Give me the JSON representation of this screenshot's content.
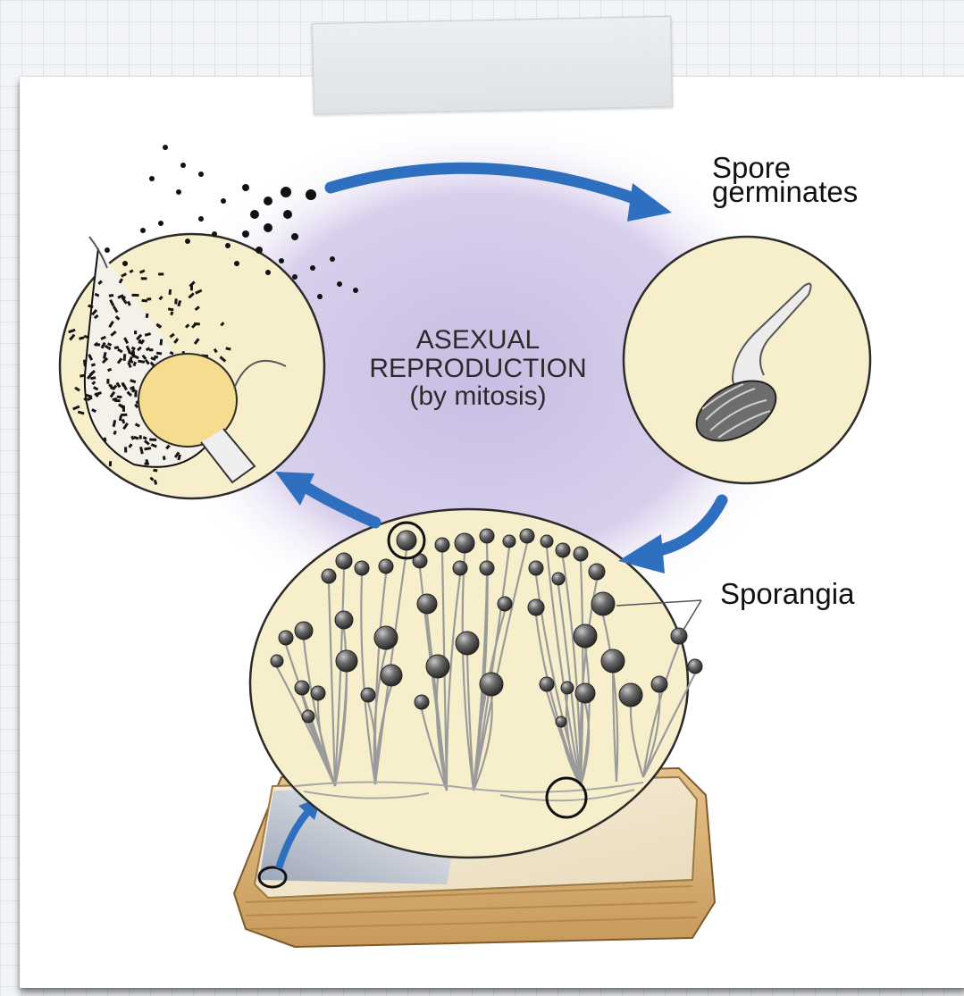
{
  "center_label": {
    "line1": "ASEXUAL",
    "line2": "REPRODUCTION",
    "line3": "(by mitosis)"
  },
  "labels": {
    "spore_line1": "Spore",
    "spore_line2": "germinates",
    "sporangia": "Sporangia"
  },
  "colors": {
    "arrow": "#2f6fbf",
    "cycle_background": "#cfc3e6",
    "circle_fill": "#f7efcc",
    "bread_crust": "#d9b27a",
    "page_background": "#ffffff"
  },
  "icons": [
    "cycle-arrow-icon",
    "spore-cluster-icon",
    "germinating-spore-icon",
    "sporangia-colony-icon",
    "bread-slice-icon"
  ]
}
